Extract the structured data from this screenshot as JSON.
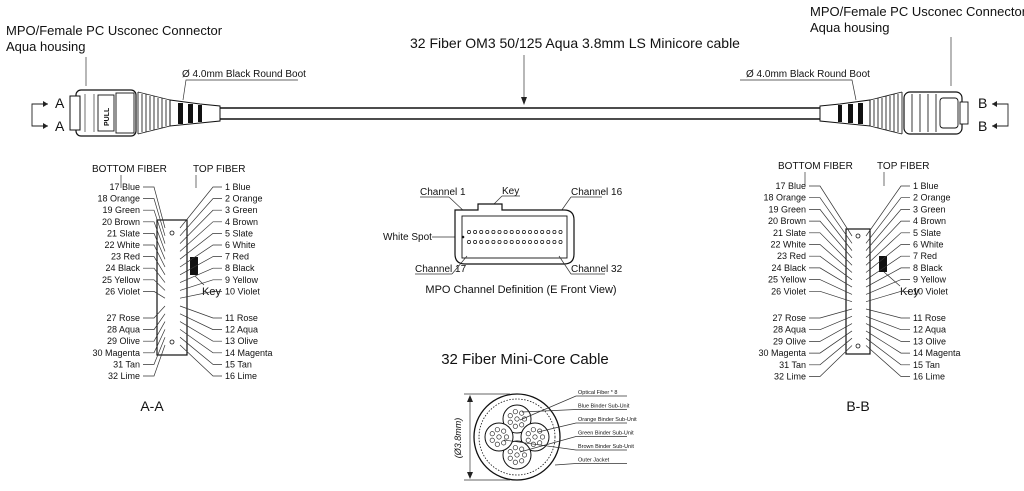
{
  "title": "32 Fiber OM3 50/125 Aqua 3.8mm LS Minicore cable",
  "connector_left": {
    "line1": "MPO/Female PC Usconec Connector",
    "line2": "Aqua housing",
    "boot": "Ø 4.0mm Black Round Boot",
    "pull": "PULL"
  },
  "connector_right": {
    "line1": "MPO/Female PC Usconec Connector",
    "line2": "Aqua housing",
    "boot": "Ø 4.0mm Black Round Boot"
  },
  "end_markers": {
    "left": [
      "A",
      "A"
    ],
    "right": [
      "B",
      "B"
    ]
  },
  "pinout": {
    "bottom_header": "BOTTOM FIBER",
    "top_header": "TOP FIBER",
    "key_label": "Key",
    "left_view_label": "A-A",
    "right_view_label": "B-B",
    "bottom_fibers": [
      "17 Blue",
      "18 Orange",
      "19 Green",
      "20 Brown",
      "21 Slate",
      "22 White",
      "23 Red",
      "24 Black",
      "25 Yellow",
      "26 Violet",
      "27 Rose",
      "28 Aqua",
      "29 Olive",
      "30 Magenta",
      "31 Tan",
      "32 Lime"
    ],
    "top_fibers": [
      "1 Blue",
      "2 Orange",
      "3 Green",
      "4 Brown",
      "5 Slate",
      "6 White",
      "7 Red",
      "8 Black",
      "9 Yellow",
      "10 Violet",
      "11 Rose",
      "12 Aqua",
      "13 Olive",
      "14 Magenta",
      "15 Tan",
      "16 Lime"
    ]
  },
  "channel_definition": {
    "channel_1": "Channel 1",
    "key": "Key",
    "channel_16": "Channel 16",
    "white_spot": "White Spot",
    "channel_17": "Channel 17",
    "channel_32": "Channel 32",
    "caption": "MPO Channel Definition (E Front View)"
  },
  "cable_section": {
    "title": "32 Fiber Mini-Core Cable",
    "diameter": "(Ø3.8mm)",
    "labels": [
      "Optical Fiber * 8",
      "Blue Binder Sub-Unit",
      "Orange Binder Sub-Unit",
      "Green Binder Sub-Unit",
      "Brown Binder Sub-Unit",
      "Outer Jacket"
    ]
  }
}
